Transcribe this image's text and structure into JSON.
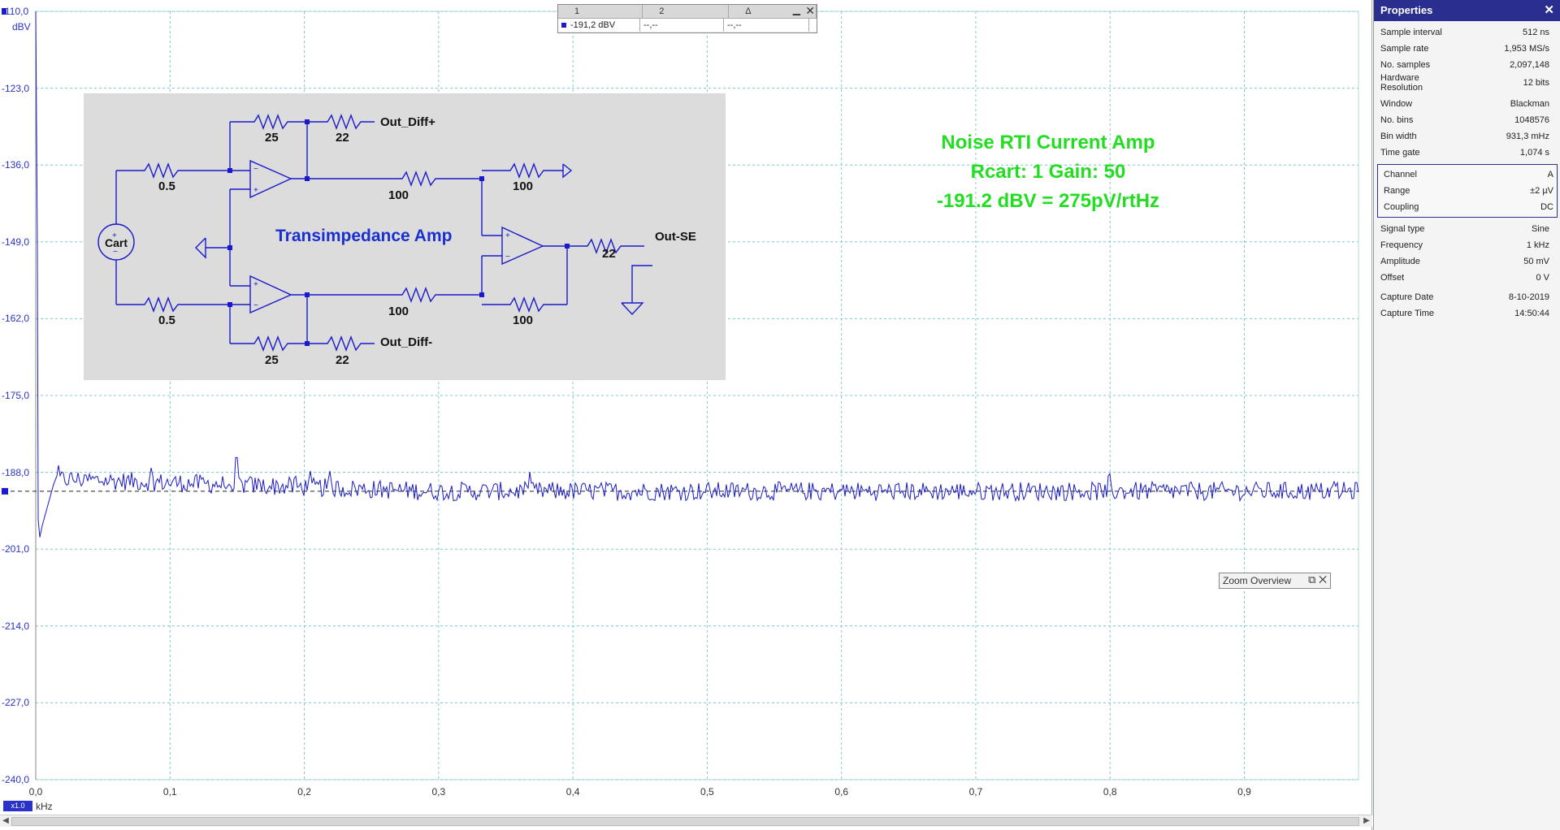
{
  "plot": {
    "y_unit": "dBV",
    "x_unit": "kHz",
    "x_scale_badge": "x1.0",
    "y_ticks": [
      "-110,0",
      "-123,0",
      "-136,0",
      "-149,0",
      "-162,0",
      "-175,0",
      "-188,0",
      "-201,0",
      "-214,0",
      "-227,0",
      "-240,0"
    ],
    "x_ticks": [
      "0,0",
      "0,1",
      "0,2",
      "0,3",
      "0,4",
      "0,5",
      "0,6",
      "0,7",
      "0,8",
      "0,9"
    ],
    "trace_color": "#1a1acc",
    "grid_color": "#7fc8c8",
    "noise_floor_dbv": -191.2,
    "y_range": [
      -240,
      -110
    ],
    "x_range": [
      0,
      0.985
    ]
  },
  "measurements": {
    "headers": [
      "1",
      "2",
      "Δ"
    ],
    "row": [
      "-191,2 dBV",
      "--,--",
      "--,--"
    ]
  },
  "schematic": {
    "title": "Transimpedance Amp",
    "source_label": "Cart",
    "labels": {
      "r_in_top": "0.5",
      "r_in_bot": "0.5",
      "r_fb_top": "25",
      "r_fb_bot": "25",
      "r_out_top": "22",
      "r_out_bot": "22",
      "r_out_se": "22",
      "r_diff_a": "100",
      "r_diff_b": "100",
      "r_diff_c": "100",
      "r_diff_d": "100",
      "out_pos": "Out_Diff+",
      "out_neg": "Out_Diff-",
      "out_se": "Out-SE"
    }
  },
  "annotation": {
    "line1": "Noise RTI Current Amp",
    "line2": "Rcart: 1 Gain: 50",
    "line3": "-191.2 dBV = 275pV/rtHz"
  },
  "zoom_overview": {
    "title": "Zoom Overview"
  },
  "properties": {
    "title": "Properties",
    "group1": [
      {
        "k": "Sample interval",
        "v": "512 ns"
      },
      {
        "k": "Sample rate",
        "v": "1,953 MS/s"
      },
      {
        "k": "No. samples",
        "v": "2,097,148"
      },
      {
        "k": "Hardware Resolution",
        "v": "12 bits"
      }
    ],
    "group2": [
      {
        "k": "Window",
        "v": "Blackman"
      },
      {
        "k": "No. bins",
        "v": "1048576"
      },
      {
        "k": "Bin width",
        "v": "931,3 mHz"
      },
      {
        "k": "Time gate",
        "v": "1,074 s"
      }
    ],
    "channel": [
      {
        "k": "Channel",
        "v": "A"
      },
      {
        "k": "Range",
        "v": "±2 µV"
      },
      {
        "k": "Coupling",
        "v": "DC"
      }
    ],
    "group3": [
      {
        "k": "Signal type",
        "v": "Sine"
      },
      {
        "k": "Frequency",
        "v": "1 kHz"
      },
      {
        "k": "Amplitude",
        "v": "50 mV"
      },
      {
        "k": "Offset",
        "v": "0 V"
      }
    ],
    "group4": [
      {
        "k": "Capture Date",
        "v": "8-10-2019"
      },
      {
        "k": "Capture Time",
        "v": "14:50:44"
      }
    ]
  }
}
